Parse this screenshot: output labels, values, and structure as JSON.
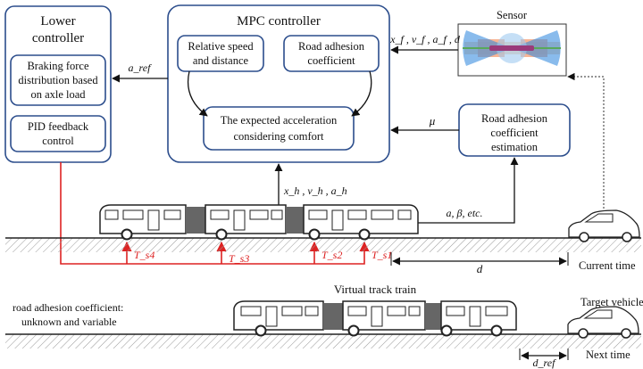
{
  "lower_controller": {
    "title": [
      "Lower",
      "controller"
    ],
    "braking_box": [
      "Braking force",
      "distribution based",
      "on axle load"
    ],
    "pid_box": [
      "PID feedback",
      "control"
    ]
  },
  "mpc": {
    "title": "MPC controller",
    "relative_box": [
      "Relative speed",
      "and distance"
    ],
    "road_box": [
      "Road adhesion",
      "coefficient"
    ],
    "expected_box": [
      "The expected acceleration",
      "considering comfort"
    ]
  },
  "sensor": {
    "title": "Sensor"
  },
  "estimation_box": [
    "Road adhesion",
    "coefficient",
    "estimation"
  ],
  "labels": {
    "a_ref": "a_ref",
    "sensor_out": "x_f , v_f , a_f , d",
    "mu": "μ",
    "train_state": "x_h , v_h , a_h",
    "a_beta": "a, β, etc.",
    "torques": [
      "T_s4",
      "T_s3",
      "T_s2",
      "T_s1"
    ],
    "d": "d",
    "d_ref": "d_ref",
    "current_time": "Current time",
    "next_time": "Next time",
    "virtual_train": "Virtual track train",
    "target_vehicle": "Target vehicle",
    "road_note": [
      "road adhesion coefficient:",
      "unknown and variable"
    ]
  },
  "colors": {
    "block_border": "#2b4d8c",
    "torque_lines": "#dd2222"
  }
}
